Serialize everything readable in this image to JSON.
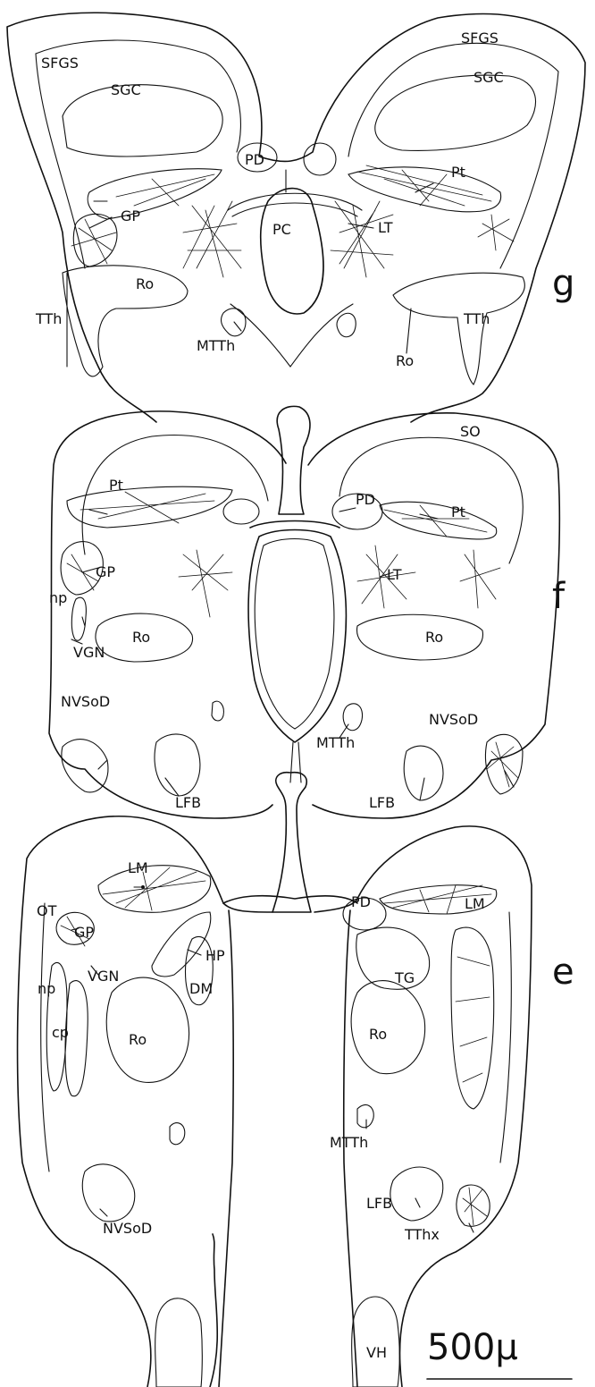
{
  "sections": {
    "g": {
      "letter": "g",
      "labels": {
        "SFGS_left": "SFGS",
        "SGC_left": "SGC",
        "SFGS_right": "SFGS",
        "SGC_right": "SGC",
        "PD": "PD",
        "Pt": "Pt",
        "PC": "PC",
        "GP": "GP",
        "LT": "LT",
        "Ro_left": "Ro",
        "Ro_right": "Ro",
        "TTh_left": "TTh",
        "TTh_right": "TTh",
        "MTTh": "MTTh"
      }
    },
    "f": {
      "letter": "f",
      "labels": {
        "SO": "SO",
        "Pt_left": "Pt",
        "PD": "PD",
        "Pt_right": "Pt",
        "GP": "GP",
        "LT": "LT",
        "np": "np",
        "Ro_left": "Ro",
        "Ro_right": "Ro",
        "VGN": "VGN",
        "NVSoD_left": "NVSoD",
        "NVSoD_right": "NVSoD",
        "MTTh": "MTTh",
        "LFB_left": "LFB",
        "LFB_right": "LFB"
      }
    },
    "e": {
      "letter": "e",
      "labels": {
        "LM_left": "LM",
        "OT": "OT",
        "GP": "GP",
        "PD": "PD",
        "LM_right": "LM",
        "HP": "HP",
        "VGN": "VGN",
        "np": "np",
        "DM": "DM",
        "TG": "TG",
        "cp": "cp",
        "Ro_left": "Ro",
        "Ro_right": "Ro",
        "MTTh": "MTTh",
        "LFB": "LFB",
        "NVSoD": "NVSoD",
        "TThx": "TThx",
        "VH": "VH"
      }
    }
  },
  "scale_bar": {
    "label": "500μ"
  }
}
